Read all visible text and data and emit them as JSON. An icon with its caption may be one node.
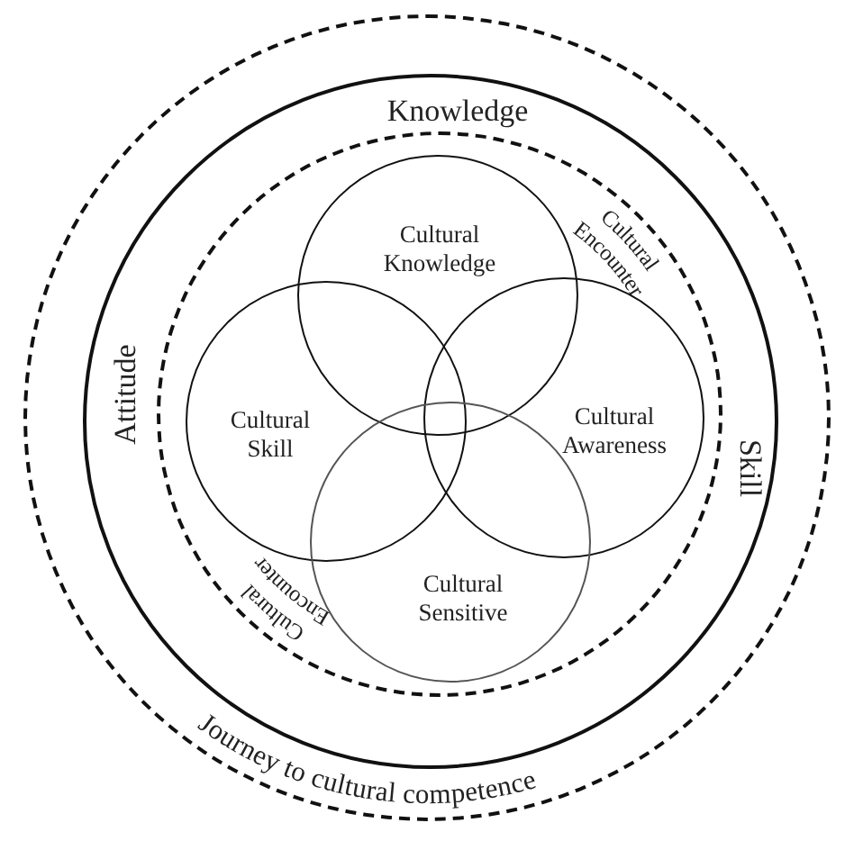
{
  "diagram": {
    "nodes": [
      {
        "text": [],
        "shape": "circle"
      },
      {
        "text": [
          "Knowledge",
          "Attitude",
          "Skill"
        ],
        "in": 0
      },
      {
        "text": [
          "Cultural Encounter",
          "Cultural Encounter"
        ],
        "in": 1
      },
      {
        "text": [
          "Cultural Knowledge"
        ],
        "in": 2
      },
      {
        "text": [
          "Cultural Skill"
        ],
        "in": 2
      },
      {
        "text": [
          "Cultural Awareness"
        ],
        "in": 2
      },
      {
        "text": [
          "Cultural Sensitive"
        ],
        "in": 2
      }
    ],
    "labels": [
      "Journey to cultural competence"
    ]
  }
}
